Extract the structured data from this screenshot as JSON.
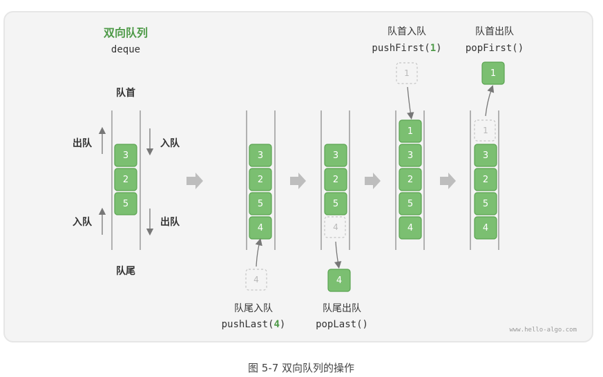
{
  "title": "双向队列",
  "subtitle": "deque",
  "labels": {
    "head": "队首",
    "tail": "队尾",
    "out": "出队",
    "in": "入队"
  },
  "deque_initial": [
    "3",
    "2",
    "5"
  ],
  "stages": [
    {
      "title": "队尾入队",
      "code_prefix": "pushLast(",
      "code_arg": "4",
      "code_suffix": ")",
      "items": [
        "3",
        "2",
        "5",
        "4"
      ],
      "moving": "4"
    },
    {
      "title": "队尾出队",
      "code_prefix": "popLast()",
      "items": [
        "3",
        "2",
        "5",
        "4"
      ],
      "moving": "4"
    },
    {
      "title": "队首入队",
      "code_prefix": "pushFirst(",
      "code_arg": "1",
      "code_suffix": ")",
      "items": [
        "1",
        "3",
        "2",
        "5",
        "4"
      ],
      "moving": "1"
    },
    {
      "title": "队首出队",
      "code_prefix": "popFirst()",
      "items": [
        "1",
        "3",
        "2",
        "5",
        "4"
      ],
      "moving": "1"
    }
  ],
  "watermark": "www.hello-algo.com",
  "caption": "图 5-7   双向队列的操作",
  "colors": {
    "accent": "#4e9a48",
    "box_fill": "#7bbf71",
    "box_stroke": "#5aa351",
    "ghost_stroke": "#c4c4c4",
    "card_bg": "#f4f4f4"
  }
}
